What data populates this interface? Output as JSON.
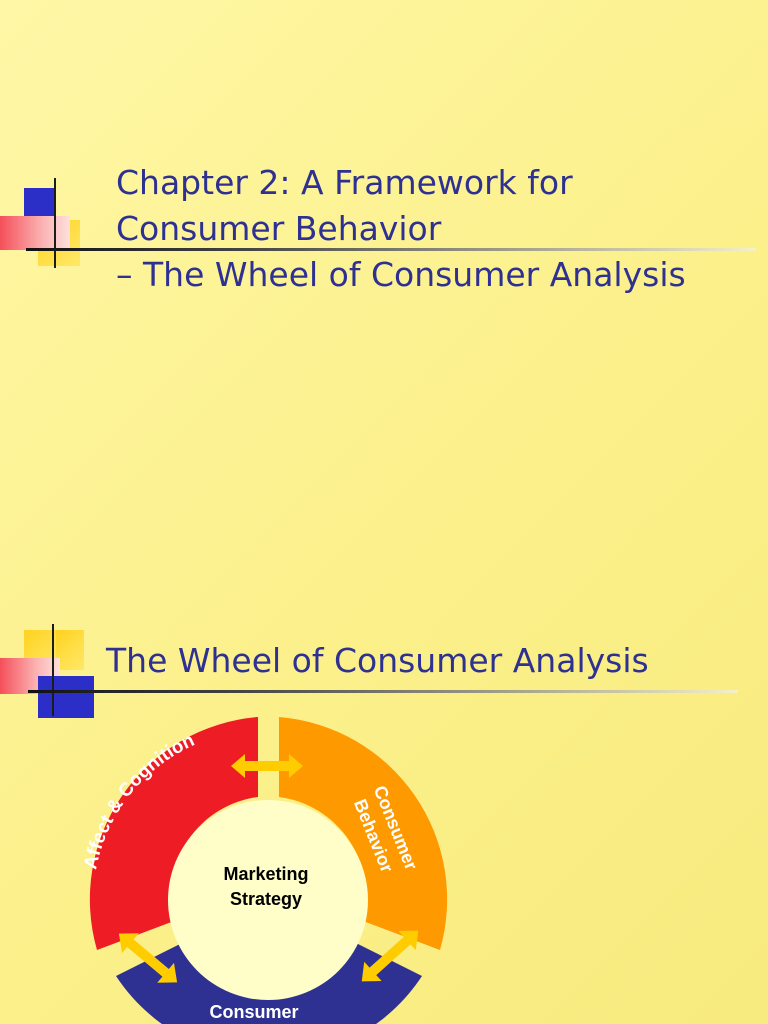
{
  "slide1": {
    "title_lines": [
      "Chapter 2: A Framework for",
      "Consumer Behavior",
      "– The Wheel of Consumer Analysis"
    ]
  },
  "slide2": {
    "title": "The Wheel of Consumer Analysis",
    "wheel": {
      "center_line1": "Marketing",
      "center_line2": "Strategy",
      "segment_left": "Affect & Cognition",
      "segment_right_line1": "Consumer",
      "segment_right_line2": "Behavior",
      "segment_bottom": "Consumer",
      "colors": {
        "left": "#ee1c25",
        "right": "#ff9900",
        "bottom": "#2e3192",
        "arrows": "#ffcc00"
      }
    }
  }
}
